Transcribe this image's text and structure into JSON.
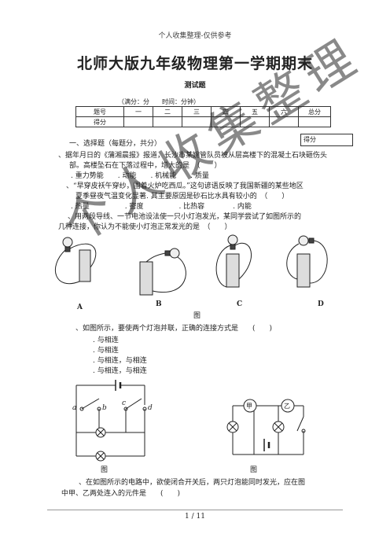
{
  "header": "个人收集整理-仅供参考",
  "title": "北师大版九年级物理第一学期期末",
  "subtitle": "测试题",
  "meta": "（满分：分　　时间：分钟）",
  "score_table": {
    "row1": [
      "题号",
      "一",
      "二",
      "三",
      "四",
      "五",
      "六",
      "总分"
    ],
    "row2": [
      "得分",
      "",
      "",
      "",
      "",
      "",
      "",
      ""
    ]
  },
  "side_box_label": "得分",
  "section1": "一、选择题（每题分，共分）",
  "q1": {
    "line1": "、据年月日的《蒲湘晨报》报道，长沙市某婉管队员被从层高楼下的混凝土石块砸伤头",
    "line2": "部。高楼坠石在下落过程中，增大的是　（　　）",
    "options": ". 重力势能　　. 动能　　. 机械能　　. 质量"
  },
  "q2": {
    "line1": "、“早穿皮袄午穿纱，围着火炉吃西瓜。”这句谚语反映了我国新疆的某些地区",
    "line2": "夏季昼夜气温变化显著. 其主要原因是砂石比水具有较小的　（　　）",
    "options": ". 热量　　　　　. 密度　　　　　. 比热容　　　　. 内能"
  },
  "q3": {
    "line1": "、用两段导线、一节电池设法使一只小灯泡发光，某同学尝试了如图所示的",
    "line2": "几种连接，你认为不能使小灯泡正常发光的是　（　　）",
    "labels": [
      "A",
      "B",
      "C",
      "D"
    ],
    "caption": "图"
  },
  "q4": {
    "line1": "、如图所示，要使两个灯泡并联，正确的连接方式是　　(　　)",
    "options": [
      ". 与相连",
      ". 与相连",
      ". 与相连，与相连",
      ". 与相连，与相连"
    ]
  },
  "circuit_left": {
    "labels": [
      "a",
      "b",
      "c",
      "d"
    ],
    "caption": "图"
  },
  "circuit_right": {
    "labels": [
      "甲",
      "乙"
    ],
    "caption": "图"
  },
  "q5": {
    "line1": "、在如图所示的电路中，欲使闭合开关后，两只灯泡能同时发光，应在图",
    "line2": "中甲、乙两处连入的元件是　　(　　)"
  },
  "watermark": "个人收集整理",
  "footer": "1 / 11"
}
